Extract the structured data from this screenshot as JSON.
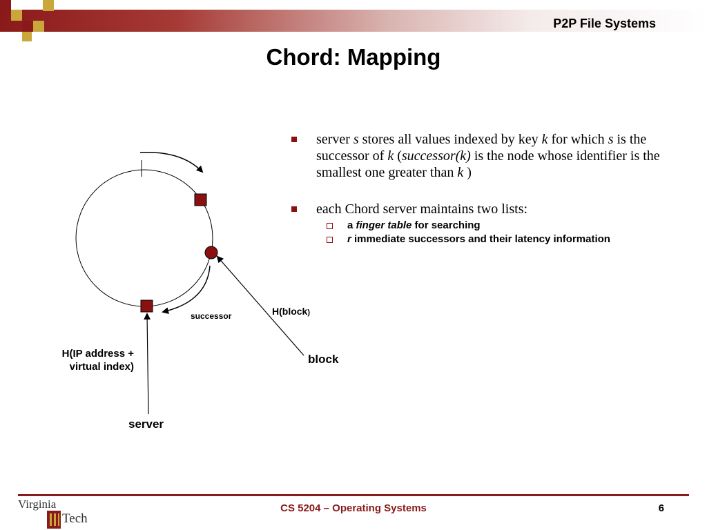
{
  "header": {
    "title": "P2P File Systems",
    "accent_color": "#8a1a1a",
    "gold_color": "#c9a73a"
  },
  "slide": {
    "title": "Chord: Mapping"
  },
  "diagram": {
    "node_color": "#8b1010",
    "labels": {
      "successor": "successor",
      "hblock_main": "H(block",
      "hblock_paren": ")",
      "block": "block",
      "hip_line1": "H(IP address +",
      "hip_line2": "virtual index)",
      "server": "server"
    }
  },
  "bullets": {
    "b1": {
      "t1": "server ",
      "s1": "s",
      "t2": " stores all values indexed by key ",
      "k1": "k",
      "t3": " for which ",
      "s2": "s",
      "t4": " is the successor of ",
      "k2": "k",
      "t5": " (",
      "succ": "successor(k)",
      "t6": " is the node whose identifier is the smallest one greater than ",
      "k3": "k",
      "t7": " )"
    },
    "b2": {
      "text": "each Chord server maintains two lists:"
    },
    "sub1": {
      "a": "a ",
      "em": "finger table",
      "rest": " for searching"
    },
    "sub2": {
      "em": "r",
      "rest": "  immediate successors and their latency information"
    }
  },
  "footer": {
    "course": "CS 5204 – Operating Systems",
    "page": "6",
    "logo_text_1": "Virginia",
    "logo_text_2": "Tech"
  }
}
